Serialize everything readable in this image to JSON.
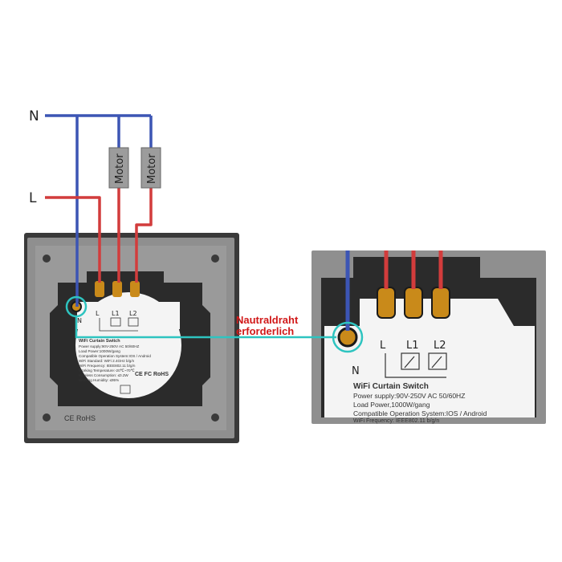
{
  "wire_labels": {
    "neutral": "N",
    "live": "L"
  },
  "motors": [
    "Motor",
    "Motor"
  ],
  "callout": {
    "line1": "Nautraldraht",
    "line2": "erforderlich"
  },
  "colors": {
    "neutral_wire": "#3c55b4",
    "live_wire": "#d23c3c",
    "callout_line": "#2ec4c0",
    "callout_text": "#d11818",
    "frame": "#8f8f8f",
    "module": "#2b2b2b",
    "terminal": "#c98a1a"
  },
  "small_module": {
    "terminals": [
      "L",
      "L1",
      "L2"
    ],
    "neutral_label": "N",
    "specs": [
      "WiFi Curtain Switch",
      "Power supply:90V-250V AC  50/60HZ",
      "Load Power:1000W/gang",
      "Compatible Operation System:IOS / Android",
      "WiFi Standard: WiFi 2.4GHz b/g/n",
      "WiFi Frequency: IEEE802.11 b/g/n",
      "Working Temperature:-20℃~70℃",
      "Wireless Consumption: ≤0.2W",
      "Working Humidity: ≤95%"
    ],
    "cert_marks": "CE FC RoHS",
    "frame_marks": "CE RoHS"
  },
  "zoom_module": {
    "terminals": [
      "L",
      "L1",
      "L2"
    ],
    "neutral_label": "N",
    "title": "WiFi Curtain Switch",
    "specs": [
      "Power supply:90V-250V AC  50/60HZ",
      "Load Power,1000W/gang",
      "Compatible Operation System:IOS / Android",
      "WiFi Frequency: IEEE802.11 b/g/n"
    ]
  }
}
